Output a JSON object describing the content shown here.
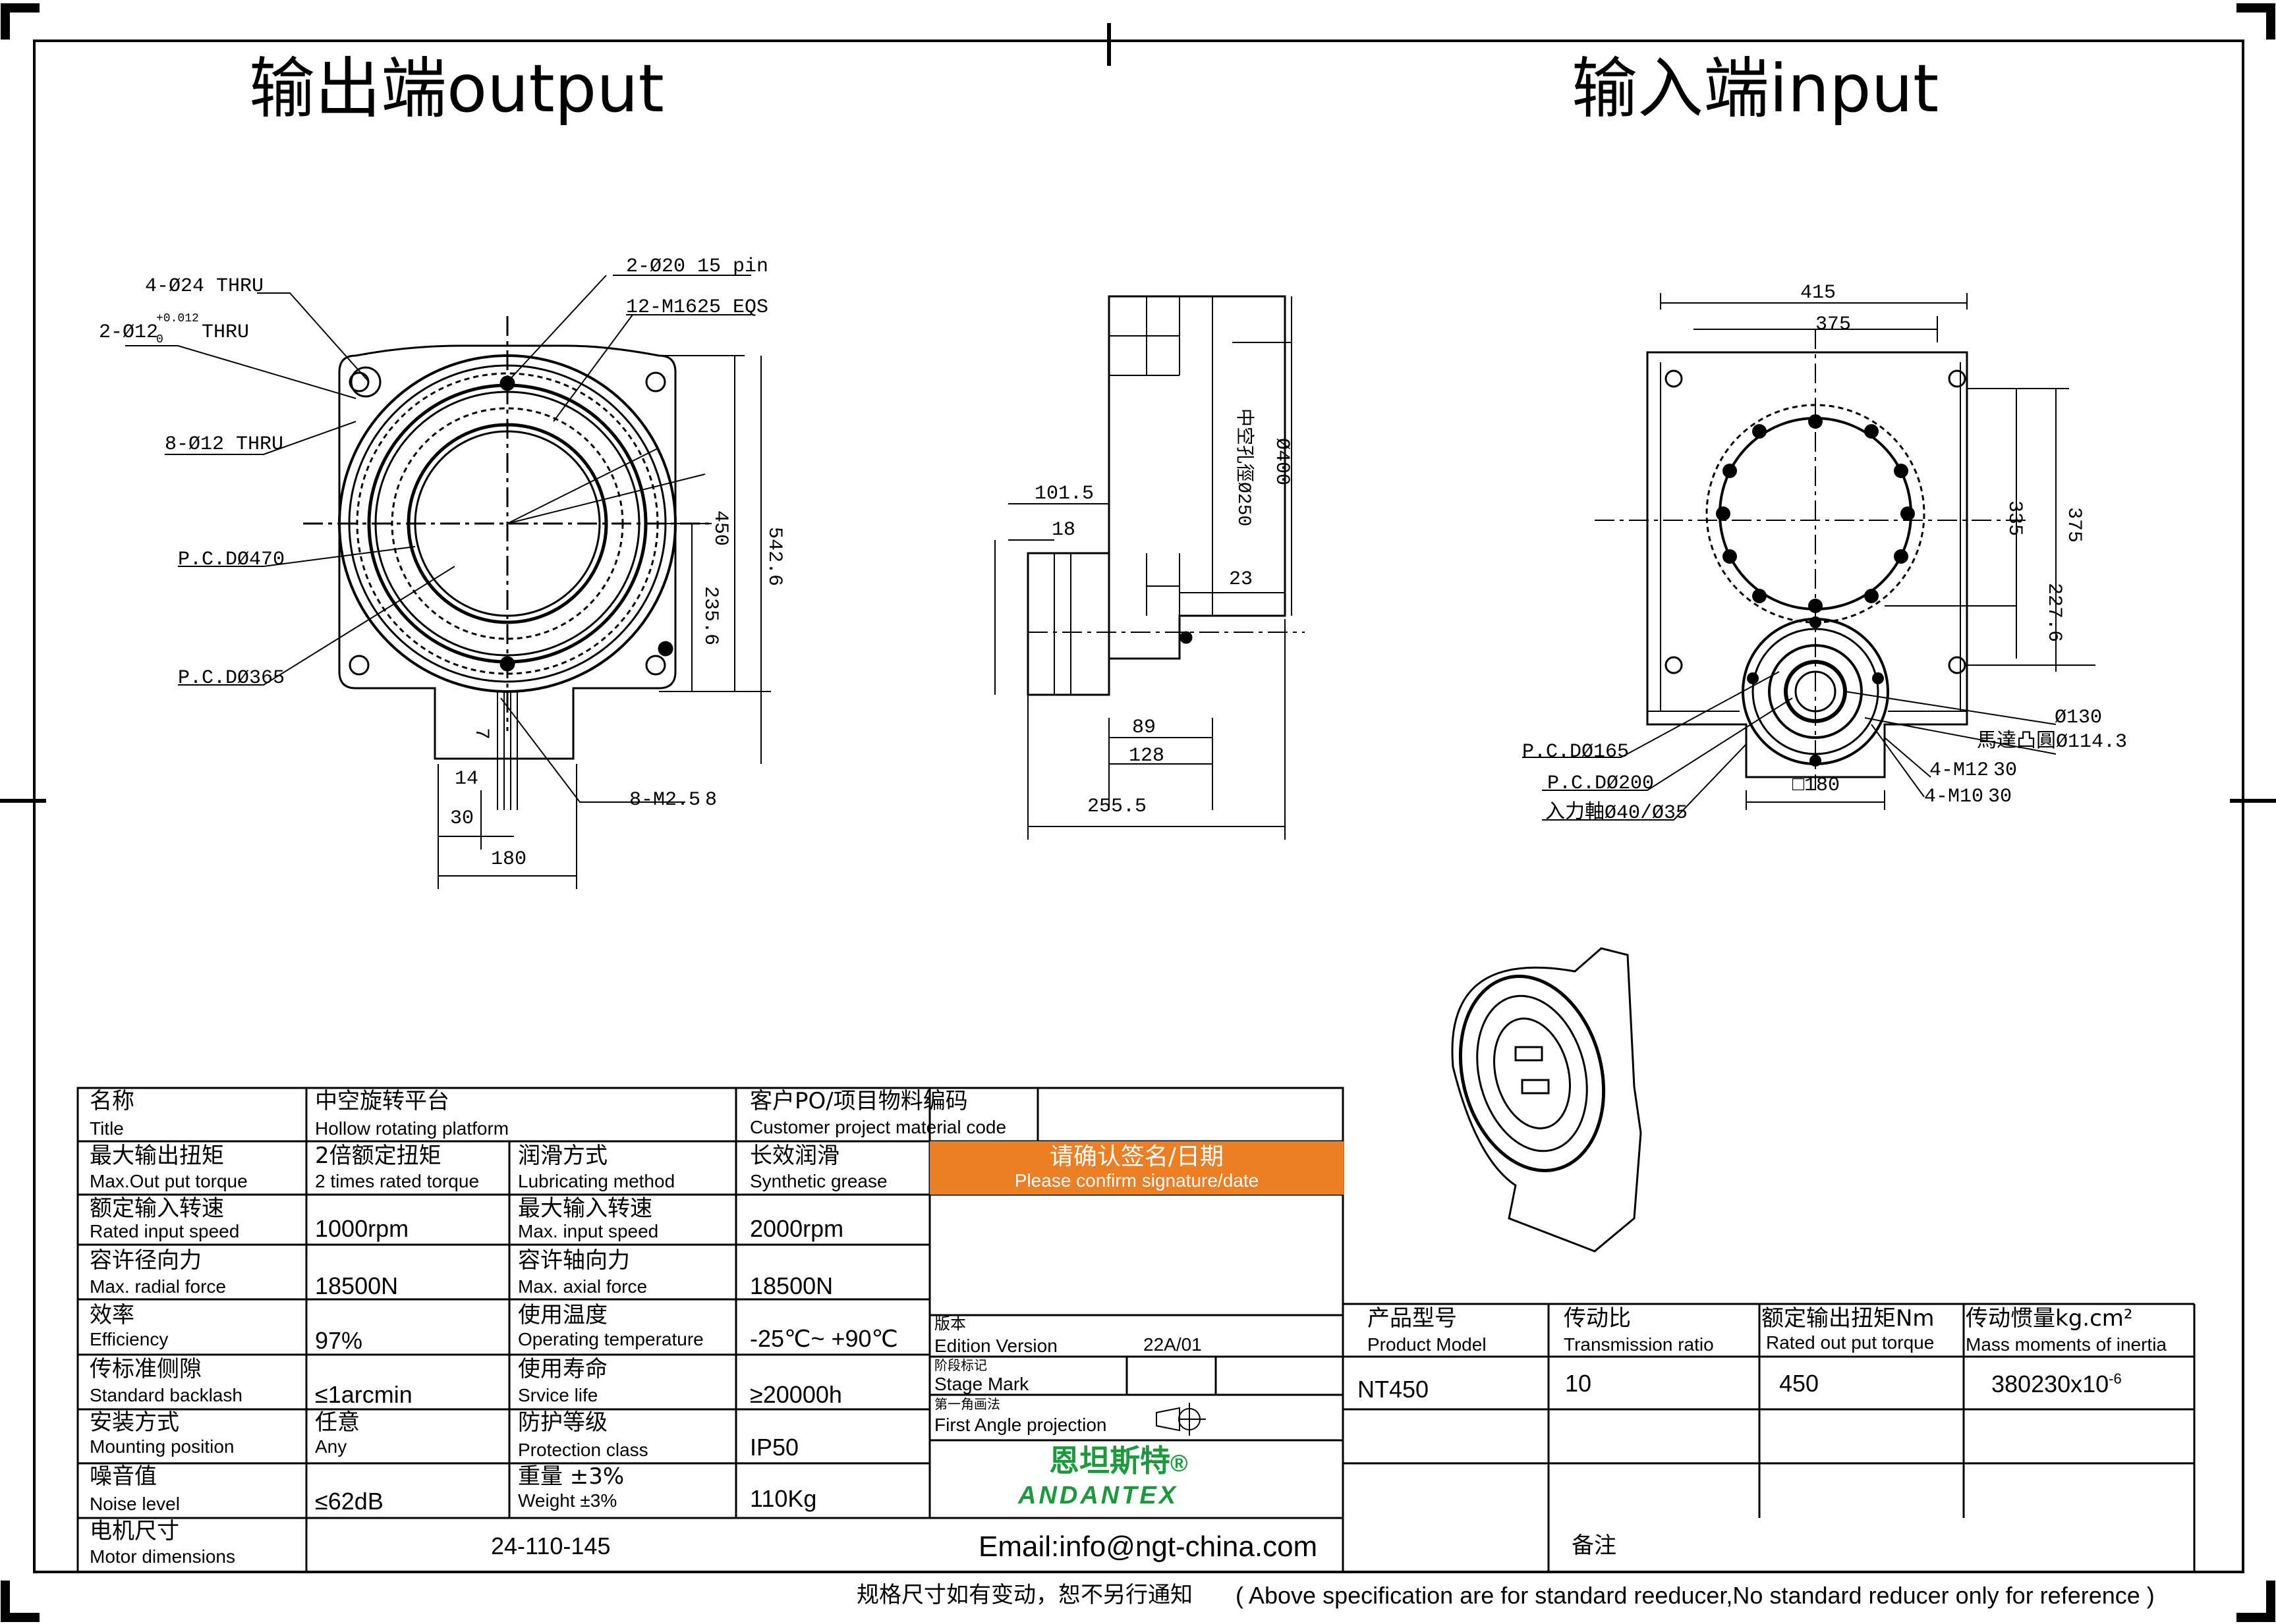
{
  "headings": {
    "output": "输出端output",
    "input": "输入端input"
  },
  "output_view": {
    "labels": [
      "4-Ø24 THRU",
      "2-Ø12",
      "+0.012",
      "0",
      "THRU",
      "8-Ø12 THRU",
      "P.C.DØ470",
      "P.C.DØ365",
      "2-Ø20",
      "15 pin",
      "12-M16",
      "25 EQS",
      "8-M2.5",
      "8"
    ],
    "dims": [
      "450",
      "542.6",
      "235.6",
      "7",
      "14",
      "30",
      "180"
    ]
  },
  "side_view": {
    "dims": [
      "101.5",
      "18",
      "Ø400",
      "中空孔徑Ø250",
      "23",
      "89",
      "128",
      "255.5"
    ]
  },
  "input_view": {
    "dims": [
      "415",
      "375",
      "335",
      "375",
      "227.6",
      "□180"
    ],
    "labels": [
      "P.C.DØ165",
      "P.C.DØ200",
      "入力軸Ø40/Ø35",
      "Ø130",
      "馬達凸圓Ø114.3",
      "4-M12",
      "30",
      "4-M10",
      "30"
    ]
  },
  "table": {
    "title": {
      "cn": "名称",
      "en": "Title",
      "value": "中空旋转平台",
      "value_en": "Hollow rotating platform"
    },
    "customer": {
      "cn": "客户PO/项目物料编码",
      "en": "Customer project material code"
    },
    "rows": [
      {
        "l_cn": "最大输出扭矩",
        "l_en": "Max.Out put torque",
        "l_val_cn": "2倍额定扭矩",
        "l_val": "2 times rated torque",
        "r_cn": "润滑方式",
        "r_en": "Lubricating method",
        "r_val_cn": "长效润滑",
        "r_val": "Synthetic grease"
      },
      {
        "l_cn": "额定输入转速",
        "l_en": "Rated input speed",
        "l_val": "1000rpm",
        "r_cn": "最大输入转速",
        "r_en": "Max. input speed",
        "r_val": "2000rpm"
      },
      {
        "l_cn": "容许径向力",
        "l_en": "Max. radial force",
        "l_val": "18500N",
        "r_cn": "容许轴向力",
        "r_en": "Max. axial force",
        "r_val": "18500N"
      },
      {
        "l_cn": "效率",
        "l_en": "Efficiency",
        "l_val": "97%",
        "r_cn": "使用温度",
        "r_en": "Operating temperature",
        "r_val": "-25℃~ +90℃"
      },
      {
        "l_cn": "传标准侧隙",
        "l_en": "Standard backlash",
        "l_val": "≤1arcmin",
        "r_cn": "使用寿命",
        "r_en": "Srvice life",
        "r_val": "≥20000h"
      },
      {
        "l_cn": "安装方式",
        "l_en": "Mounting position",
        "l_val_cn": "任意",
        "l_val": "Any",
        "r_cn": "防护等级",
        "r_en": "Protection class",
        "r_val": "IP50"
      },
      {
        "l_cn": "噪音值",
        "l_en": "Noise level",
        "l_val": "≤62dB",
        "r_cn": "重量 ±3%",
        "r_en": "Weight ±3%",
        "r_val": "110Kg"
      },
      {
        "l_cn": "电机尺寸",
        "l_en": "Motor dimensions",
        "l_val": "24-110-145"
      }
    ],
    "confirm": {
      "cn": "请确认签名/日期",
      "en": "Please confirm signature/date"
    },
    "edition": {
      "cn": "版本",
      "en": "Edition Version",
      "value": "22A/01"
    },
    "stage": {
      "cn": "阶段标记",
      "en": "Stage Mark"
    },
    "projection": {
      "cn": "第一角画法",
      "en": "First Angle projection"
    },
    "logo": {
      "cn": "恩坦斯特",
      "mark": "®",
      "en": "ANDANTEX"
    },
    "email": "Email:info@ngt-china.com",
    "remark": "备注",
    "model": {
      "h_cn": "产品型号",
      "h_en": "Product Model",
      "value": "NT450"
    },
    "ratio": {
      "h_cn": "传动比",
      "h_en": "Transmission ratio",
      "value": "10"
    },
    "torque": {
      "h_cn": "额定输出扭矩Nm",
      "h_en": "Rated out put torque",
      "value": "450"
    },
    "inertia": {
      "h_cn": "传动惯量kg.cm²",
      "h_en": "Mass moments of inertia",
      "value": "380230x10",
      "exp": "-6"
    }
  },
  "footer": {
    "cn": "规格尺寸如有变动，恕不另行通知",
    "en": "( Above specification are for standard reeducer,No standard reducer only for reference )"
  }
}
